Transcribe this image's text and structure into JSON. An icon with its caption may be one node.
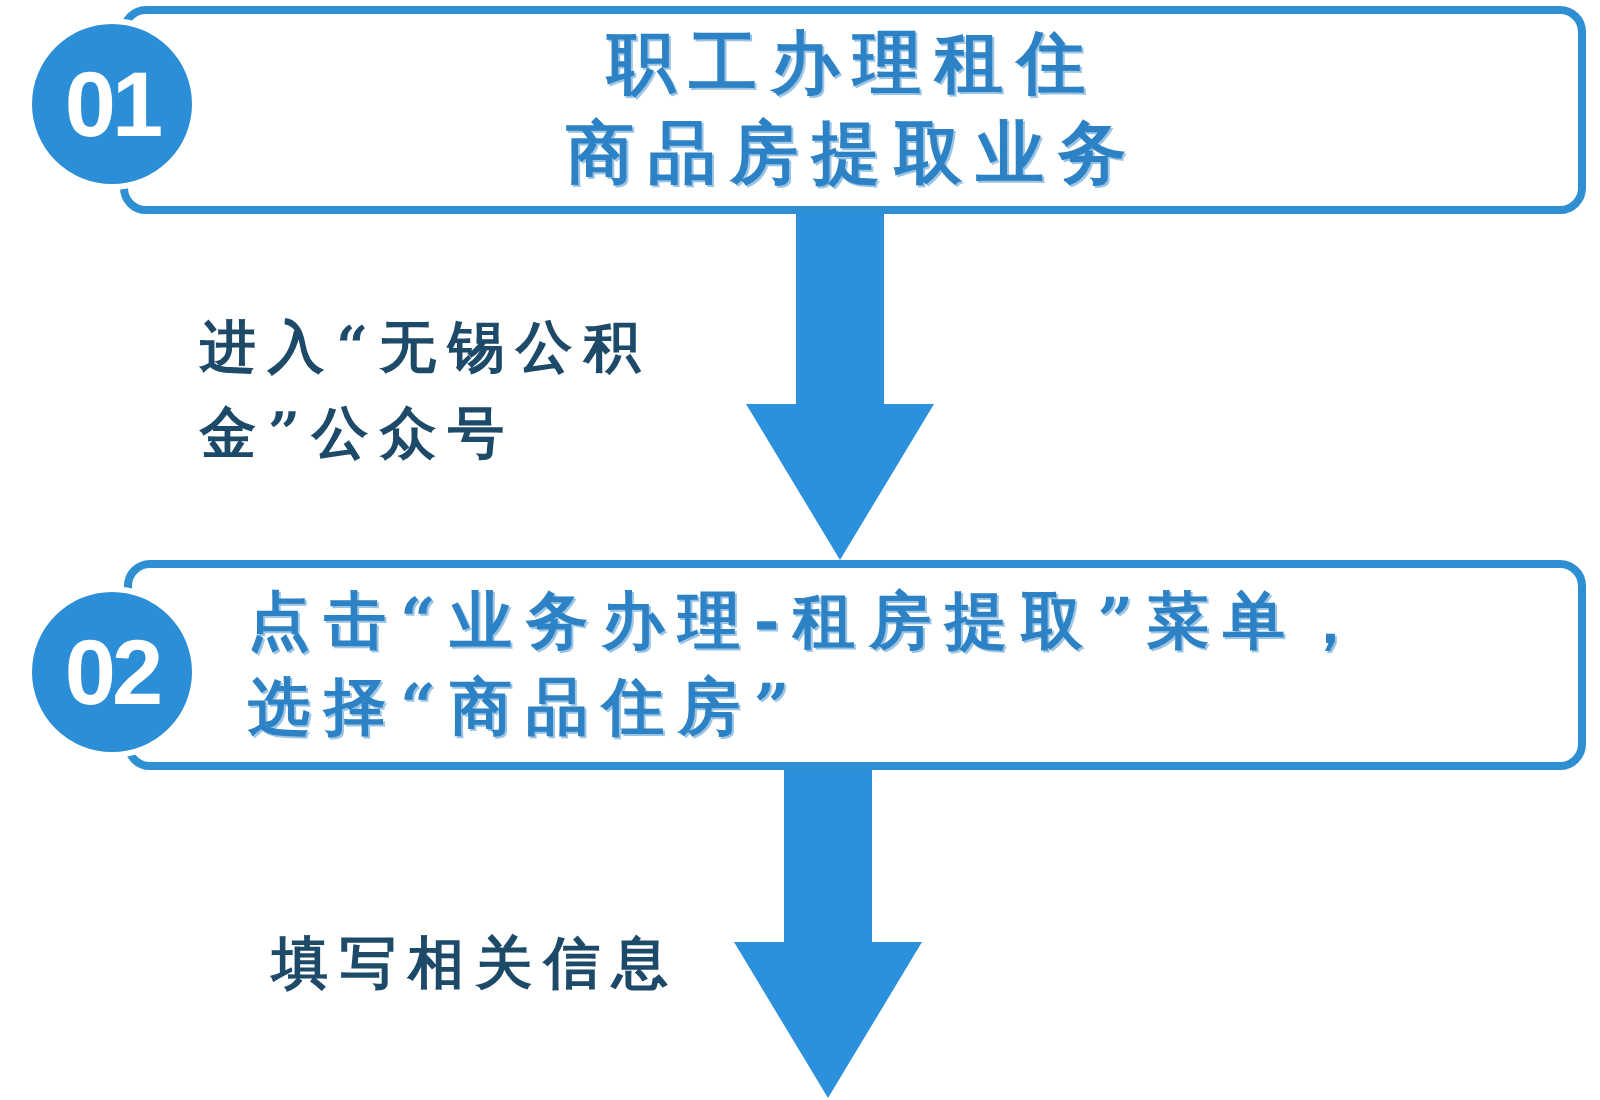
{
  "diagram": {
    "nodes": [
      {
        "text": [
          "01"
        ]
      },
      {
        "text": [
          "职工办理租住商品房提取业务"
        ]
      },
      {
        "text": [
          "02"
        ]
      },
      {
        "text": [
          "点击“业务办理-租房提取”菜单，选择“商品住房”"
        ]
      }
    ],
    "edges": [
      {
        "from": 1,
        "to": 3,
        "arrow": "to",
        "label": "进入“无锡公积金”公众号"
      },
      {
        "from": 3,
        "to": null,
        "arrow": "to",
        "label": "填写相关信息"
      }
    ]
  }
}
